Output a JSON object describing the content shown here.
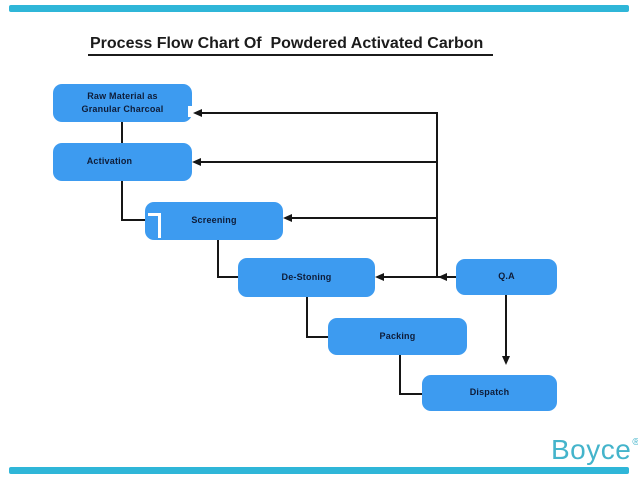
{
  "page": {
    "title": "Process Flow Chart Of  Powdered Activated Carbon"
  },
  "flowchart": {
    "nodes": [
      {
        "id": "raw-material",
        "label": "Raw Material as\nGranular Charcoal"
      },
      {
        "id": "activation",
        "label": "Activation"
      },
      {
        "id": "screening",
        "label": "Screening"
      },
      {
        "id": "de-stoning",
        "label": "De-Stoning"
      },
      {
        "id": "packing",
        "label": "Packing"
      },
      {
        "id": "qa",
        "label": "Q.A"
      },
      {
        "id": "dispatch",
        "label": "Dispatch"
      }
    ],
    "edges": [
      {
        "from": "raw-material",
        "to": "activation"
      },
      {
        "from": "activation",
        "to": "screening"
      },
      {
        "from": "screening",
        "to": "de-stoning"
      },
      {
        "from": "de-stoning",
        "to": "packing"
      },
      {
        "from": "packing",
        "to": "dispatch"
      },
      {
        "from": "qa",
        "to": "de-stoning"
      },
      {
        "from": "qa",
        "to": "screening"
      },
      {
        "from": "qa",
        "to": "activation"
      },
      {
        "from": "qa",
        "to": "raw-material"
      },
      {
        "from": "qa",
        "to": "dispatch"
      }
    ],
    "colors": {
      "node_fill": "#3D9BF0",
      "node_text": "#0E1C38",
      "connector": "#161616"
    }
  },
  "branding": {
    "logo_text": "Boyce",
    "registered_mark": "®",
    "logo_color": "#44B4CB"
  },
  "decor": {
    "bar_color": "#2FB6D8"
  }
}
